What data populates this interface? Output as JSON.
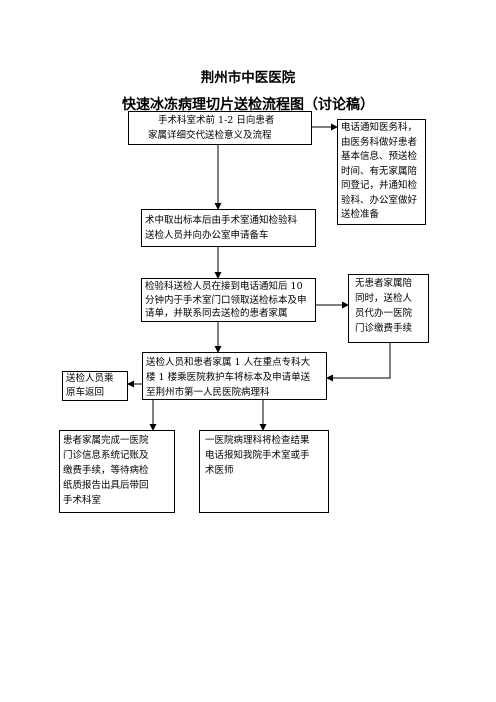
{
  "header": {
    "hospital": "荆州市中医医院",
    "title": "快速冰冻病理切片送检流程图（讨论稿）"
  },
  "steps": {
    "step1": [
      "手术科室术前 1-2 日向患者",
      "家属详细交代送检意义及流程"
    ],
    "notify": [
      "电话通知医务科，",
      "由医务科做好患者",
      "基本信息、预送检",
      "时间、有无家属陪",
      "同登记，并通知检",
      "验科、办公室做好",
      "送检准备"
    ],
    "step2": [
      "术中取出标本后由手术室通知检验科",
      "送检人员并向办公室申请备车"
    ],
    "step3": [
      "检验科送检人员在接到电话通知后 10",
      "分钟内于手术室门口领取送检标本及申",
      "请单，并联系同去送检的患者家属"
    ],
    "no_family": [
      "无患者家属陪",
      "同时，送检人",
      "员代办一医院",
      "门诊缴费手续"
    ],
    "step4": [
      "送检人员和患者家属 1 人在重点专科大",
      "楼 1 楼乘医院救护车将标本及申请单送",
      "至荆州市第一人民医院病理科"
    ],
    "return": [
      "送检人员乘",
      "原车返回"
    ],
    "family_pay": [
      "患者家属完成一医院",
      "门诊信息系统记账及",
      "缴费手续，等待病检",
      "纸质报告出具后带回",
      "手术科室"
    ],
    "report": [
      "一医院病理科将检查结果",
      "电话报知我院手术室或手",
      "术医师"
    ]
  }
}
